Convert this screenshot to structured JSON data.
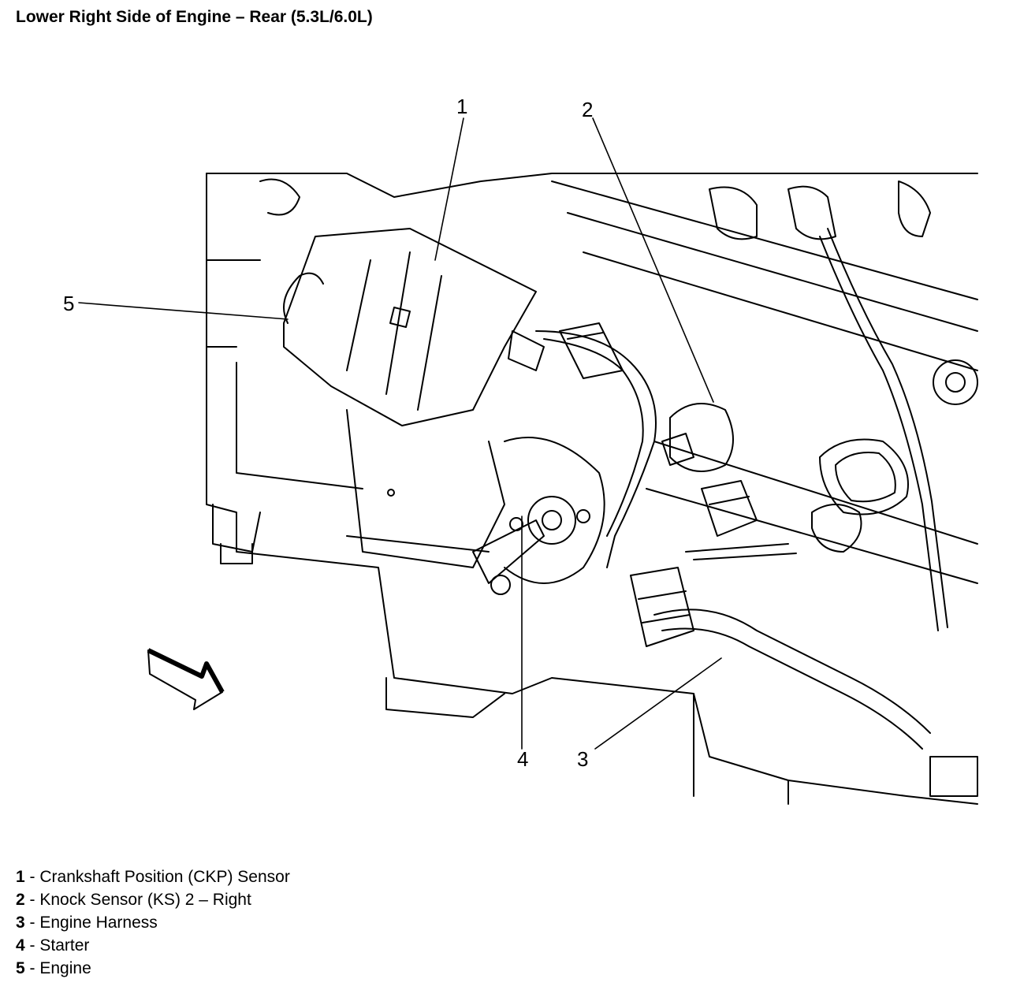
{
  "title": "Lower Right Side of Engine – Rear (5.3L/6.0L)",
  "callouts": [
    "1",
    "2",
    "3",
    "4",
    "5"
  ],
  "legend": [
    {
      "num": "1",
      "sep": " - ",
      "label": "Crankshaft Position (CKP) Sensor"
    },
    {
      "num": "2",
      "sep": " - ",
      "label": "Knock Sensor (KS) 2 – Right"
    },
    {
      "num": "3",
      "sep": " - ",
      "label": "Engine Harness"
    },
    {
      "num": "4",
      "sep": " - ",
      "label": "Starter"
    },
    {
      "num": "5",
      "sep": " - ",
      "label": "Engine"
    }
  ],
  "colors": {
    "line": "#000000",
    "background": "#ffffff"
  },
  "icons": {
    "direction_arrow": "forward-arrow-icon"
  }
}
